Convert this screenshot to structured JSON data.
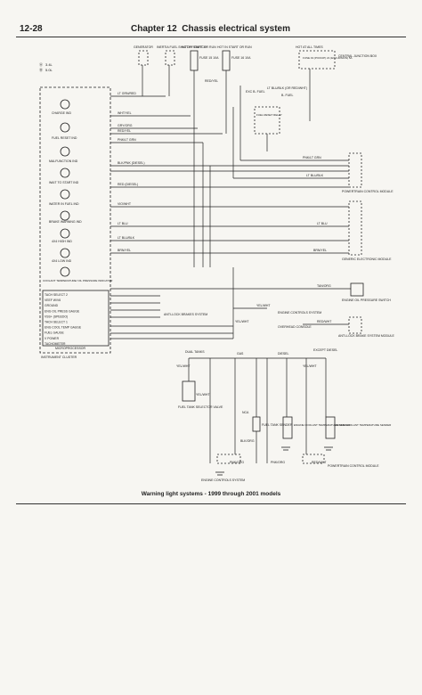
{
  "header": {
    "page_number": "12-28",
    "chapter": "Chapter 12",
    "title": "Chassis electrical system"
  },
  "caption": "Warning light systems - 1999 through 2001 models",
  "legend": {
    "item_a": "3.4L",
    "item_b": "5.0L"
  },
  "top_components": {
    "generator": "GENERATOR",
    "inertia": "INERTIA FUEL SHUTOFF SWITCH",
    "hot_in_1": "HOT IN START OR RUN",
    "fuse_1": "FUSE 15 10A",
    "hot_in_2": "HOT IN START OR RUN",
    "fuse_2": "FUSE 16 10A",
    "hot_all_times": "HOT AT ALL TIMES",
    "fuse_3": "FUSE 19 (PICKUP) 21 (EXCURSION) 5A",
    "central_junction": "CENTRAL JUNCTION BOX"
  },
  "cluster": {
    "name": "INSTRUMENT CLUSTER",
    "microprocessor": "MICROPROCESSOR",
    "indicators": [
      "CHARGE IND",
      "FUEL RESET IND",
      "MALFUNCTION IND",
      "WAIT TO START IND",
      "WATER IN FUEL IND",
      "BRAKE WARNING IND",
      "4X4 HIGH IND",
      "4X4 LOW IND",
      "COOLANT TEMPERATURE/ OIL PRESSURE INDICATOR"
    ],
    "inputs": [
      "TACH SELECT 2",
      "VEEF W/V6",
      "GROUND",
      "ENG OIL PRESS GAUGE",
      "VSS+ (SPEEDO)",
      "TACH SELECT 1",
      "ENG COOL TEMP GAUGE",
      "FUEL GAUGE",
      "V POWER",
      "TACHOMETER"
    ]
  },
  "wires": {
    "lt_grn_red": "LT GRN/RED",
    "wht_yel": "WHT/YEL",
    "gry_org": "GRY/ORG",
    "red_yel": "RED/YEL",
    "pnk_lt_grn": "PNK/LT GRN",
    "blk_pnk_diesel": "BLK/PNK (DIESEL)",
    "red_diesel": "RED (DIESEL)",
    "vio_wht": "VIO/WHT",
    "lt_blu": "LT BLU",
    "lt_blu_blk": "LT BLU/BLK",
    "brn_yel": "BRN/YEL",
    "blk_yel": "BLK/YEL",
    "tan_org": "TAN/ORG",
    "red_wht": "RED/WHT",
    "yel_wht": "YEL/WHT",
    "pnk_org": "PNK/ORG",
    "lt_blu_blk_or_red_wht": "LT BLU/BLK (OR RED/WHT)",
    "bfuel": "B- FUEL",
    "exc": "EXC B- FUEL"
  },
  "right_components": {
    "pcm": "POWERTRAIN CONTROL MODULE",
    "gem": "GENERIC ELECTRONIC MODULE",
    "oil_switch": "ENGINE OIL PRESSURE SWITCH",
    "abs_module": "ANTI-LOCK BRAKE SYSTEM MODULE",
    "anti_lock": "ANTI-LOCK BRAKES SYSTEM",
    "engine_controls": "ENGINE CONTROLS SYSTEM",
    "overhead_console": "OVERHEAD CONSOLE",
    "fuel_reset_relay": "FUEL RESET RELAY"
  },
  "bottom": {
    "dual_tanks": "DUAL TANKS",
    "gas": "GAS",
    "diesel": "DIESEL",
    "except_diesel": "EXCEPT DIESEL",
    "selector_valve": "FUEL TANK SELECTOR VALVE",
    "fuel_sender": "FUEL TANK SENDER",
    "nca": "NCA",
    "ect_sender_1": "ENGINE COOLANT TEMPERATURE SENDER",
    "ect_sender_2": "ENGINE COOLANT TEMPERATURE SENDER",
    "engine_controls": "ENGINE CONTROLS SYSTEM",
    "pcm": "POWERTRAIN CONTROL MODULE",
    "wire_a": "YEL/WHT",
    "wire_b": "PNK/ORG",
    "wire_c": "BLK/ORG",
    "wire_d": "RED/WHT"
  }
}
